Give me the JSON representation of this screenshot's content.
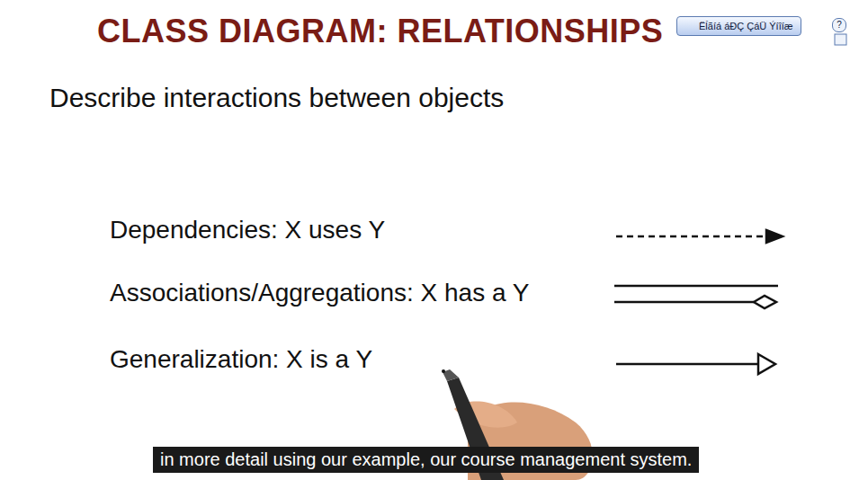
{
  "diagram": {
    "title": "CLASS DIAGRAM: RELATIONSHIPS",
    "caption": "in more detail using our example, our course management system.",
    "labels": [
      "Describe interactions between objects",
      "Ëĺãíá áÐÇ ÇáÜ Ýíîíæ",
      "?"
    ],
    "legend": [
      {
        "text": "Dependencies: X uses Y"
      },
      {
        "text": "Associations/Aggregations: X has a Y"
      },
      {
        "text": "Generalization: X is a Y"
      }
    ]
  }
}
